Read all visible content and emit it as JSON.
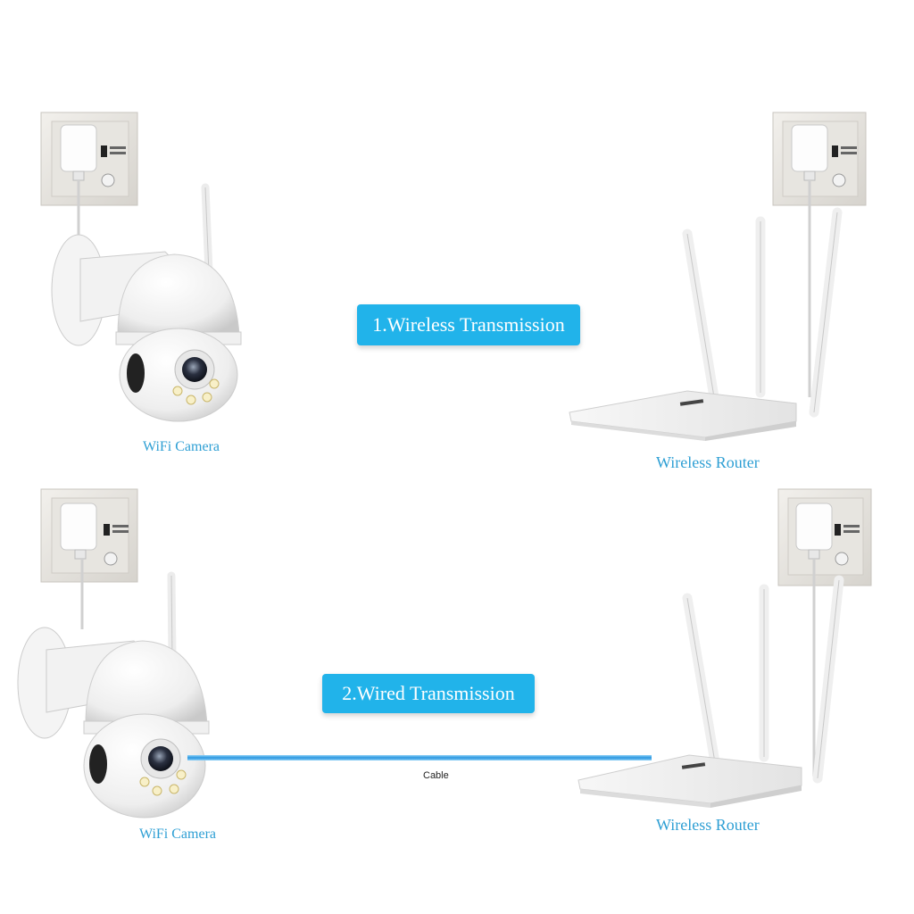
{
  "scene1": {
    "banner": "1.Wireless Transmission",
    "camera_label": "WiFi Camera",
    "router_label": "Wireless Router"
  },
  "scene2": {
    "banner": "2.Wired Transmission",
    "camera_label": "WiFi Camera",
    "router_label": "Wireless Router",
    "cable_label": "Cable"
  },
  "colors": {
    "accent": "#21b3ea",
    "label_text": "#2e9fd4",
    "cable": "#3aa7e6"
  },
  "icons": [
    "wall-socket-icon",
    "power-adapter-icon",
    "dome-camera-icon",
    "wifi-router-icon"
  ]
}
